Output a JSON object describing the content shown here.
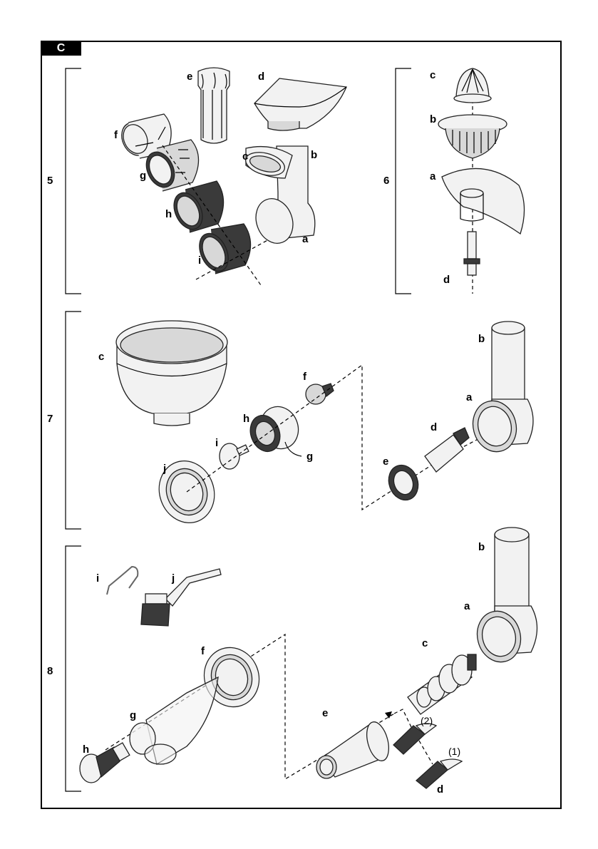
{
  "figure": {
    "section_tab": "C",
    "panels": [
      {
        "number": "5",
        "description": "Shredder attachment exploded view",
        "parts": [
          "a",
          "b",
          "c",
          "d",
          "e",
          "f",
          "g",
          "h",
          "i"
        ]
      },
      {
        "number": "6",
        "description": "Citrus press exploded view",
        "parts": [
          "a",
          "b",
          "c",
          "d"
        ]
      },
      {
        "number": "7",
        "description": "Mincer / food processor attachment exploded view",
        "parts": [
          "a",
          "b",
          "c",
          "d",
          "e",
          "f",
          "g",
          "h",
          "i",
          "j"
        ]
      },
      {
        "number": "8",
        "description": "Juicer / strainer attachment exploded view",
        "parts": [
          "a",
          "b",
          "c",
          "d",
          "e",
          "f",
          "g",
          "h",
          "i",
          "j"
        ],
        "positions": [
          "(2)",
          "(1)"
        ]
      }
    ]
  }
}
